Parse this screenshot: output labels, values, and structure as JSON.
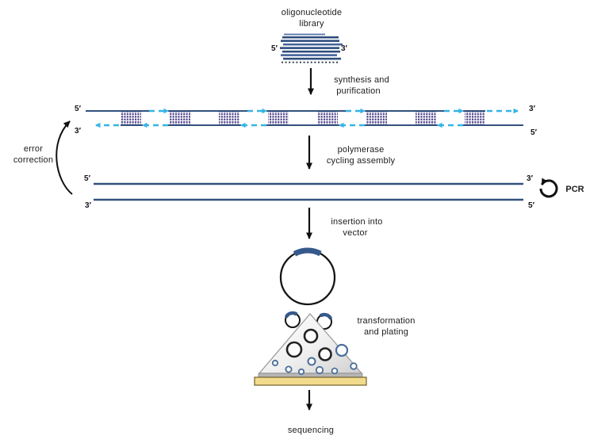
{
  "figure": {
    "background": "#ffffff",
    "description_title_line1": "oligonucleotide",
    "description_title_line2": "library"
  },
  "library": {
    "five_prime": "5′",
    "three_prime": "3′"
  },
  "steps": {
    "synthesis": {
      "line1": "synthesis and",
      "line2": "purification"
    },
    "assembly": {
      "line1": "polymerase",
      "line2": "cycling assembly"
    },
    "insertion": {
      "line1": "insertion into",
      "line2": "vector"
    },
    "transformation": {
      "line1": "transformation",
      "line2": "and plating"
    },
    "sequencing": {
      "label": "sequencing"
    }
  },
  "assembly_strands": {
    "top_left": "5′",
    "bottom_left": "3′",
    "top_right": "3′",
    "bottom_right": "5′"
  },
  "duplex_product": {
    "top_left": "5′",
    "bottom_left": "3′",
    "top_right": "3′",
    "bottom_right": "5′"
  },
  "annotations": {
    "error_correction_line1": "error",
    "error_correction_line2": "correction",
    "pcr": "PCR"
  },
  "colors": {
    "strand_navy": "#33517e",
    "oligo_bar_navy": "#2e4c7d",
    "oligo_bar_steel": "#44639a",
    "duplex_hatch_purple": "#4b3f86",
    "extension_cyan": "#35b4e5",
    "insert_arc_blue": "#36598c",
    "arrow_black": "#111111",
    "plate_agar_yellow": "#f2db8d",
    "plate_gray_band": "#b6b6b6",
    "colony_blue": "#4a6e99",
    "colony_dark": "#222222",
    "text": "#1c1c1c"
  }
}
